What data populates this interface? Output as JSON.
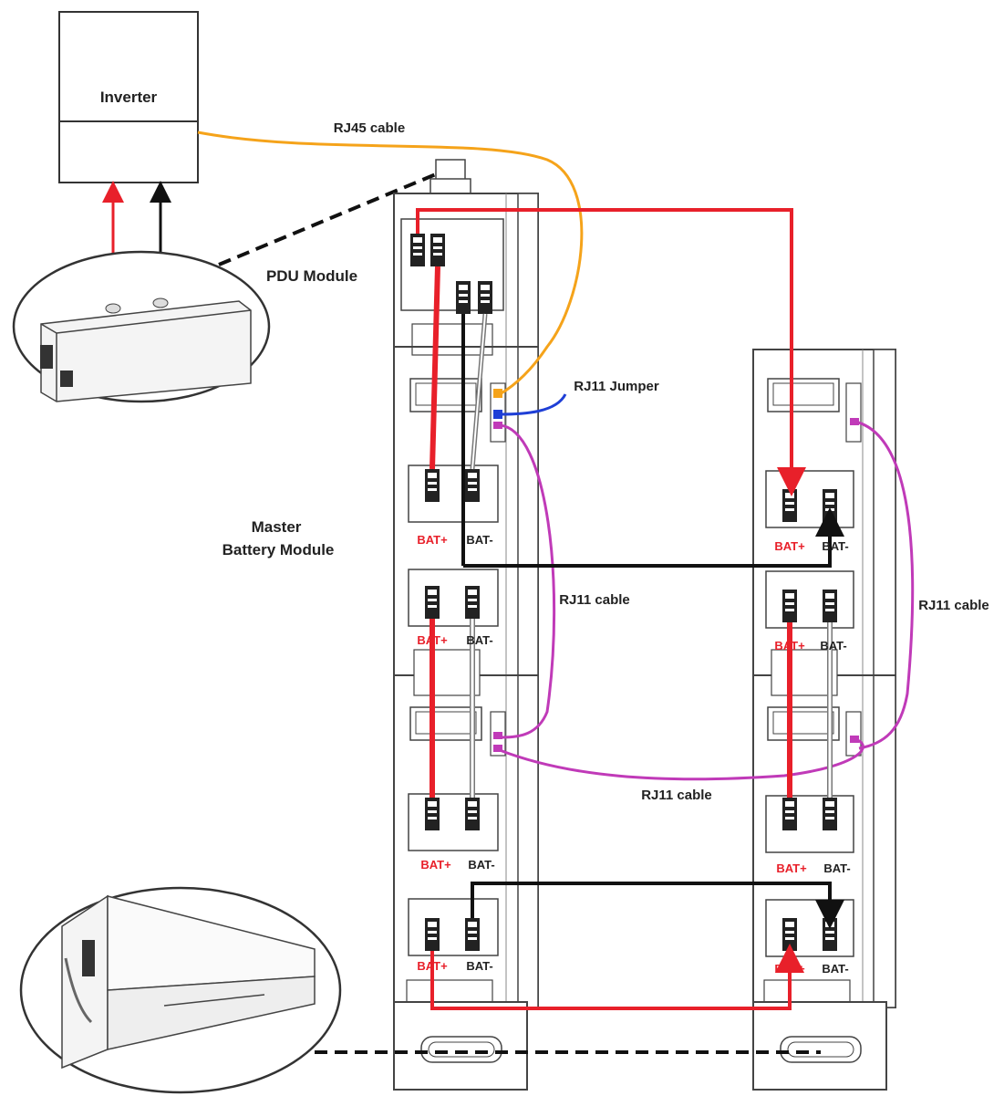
{
  "labels": {
    "inverter": "Inverter",
    "rj45_cable": "RJ45 cable",
    "pdu_module": "PDU Module",
    "rj11_jumper": "RJ11 Jumper",
    "master_line1": "Master",
    "master_line2": "Battery Module",
    "rj11_cable": "RJ11 cable",
    "bat_plus": "BAT+",
    "bat_minus": "BAT-"
  },
  "colors": {
    "positive_cable": "#e8202a",
    "negative_cable": "#111111",
    "rj45_cable": "#f5a31a",
    "rj11_cable": "#c03ab8",
    "rj11_jumper": "#1f3fd6",
    "outline": "#333333",
    "bat_plus_text": "#e8202a",
    "bat_minus_text": "#222222"
  }
}
